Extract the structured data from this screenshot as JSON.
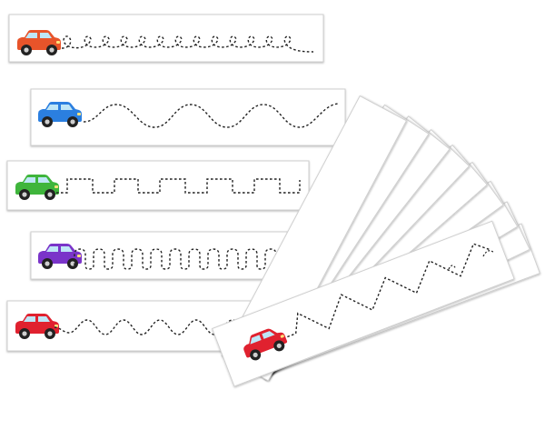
{
  "strips": [
    {
      "car": "orange-car-icon",
      "car_color": "#e8542a",
      "path": "loop-path"
    },
    {
      "car": "blue-car-icon",
      "car_color": "#2b7fe0",
      "path": "wave-path"
    },
    {
      "car": "green-car-icon",
      "car_color": "#3fb53c",
      "path": "square-wave-path"
    },
    {
      "car": "purple-car-icon",
      "car_color": "#7a34c9",
      "path": "arch-path"
    },
    {
      "car": "red-car-icon",
      "car_color": "#e0212f",
      "path": "small-wave-path"
    }
  ],
  "stack": {
    "car": "red-car-icon",
    "car_color": "#e0212f",
    "path": "zigzag-path",
    "card_count": 9
  },
  "colors": {
    "card": "#ffffff",
    "card_edge": "#cfcfcf",
    "dash": "#222222",
    "glass": "#bfe6f7",
    "tire": "#222222",
    "hub": "#cfcfcf"
  }
}
